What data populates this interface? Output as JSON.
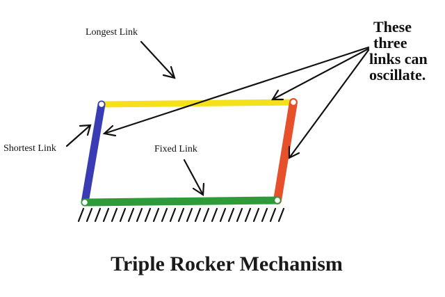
{
  "diagram": {
    "labels": {
      "longest_link": "Longest Link",
      "shortest_link": "Shortest Link",
      "fixed_link": "Fixed Link",
      "oscillate_note": [
        "These",
        "three",
        "links can",
        "oscillate."
      ]
    },
    "title": "Triple Rocker Mechanism",
    "colors": {
      "longest_link": "#f5e11a",
      "shortest_link": "#3a3cb4",
      "fixed_link": "#2f9a3a",
      "oscillating_link": "#e6502a",
      "arrows": "#111111",
      "ground_hatch": "#111111"
    }
  }
}
